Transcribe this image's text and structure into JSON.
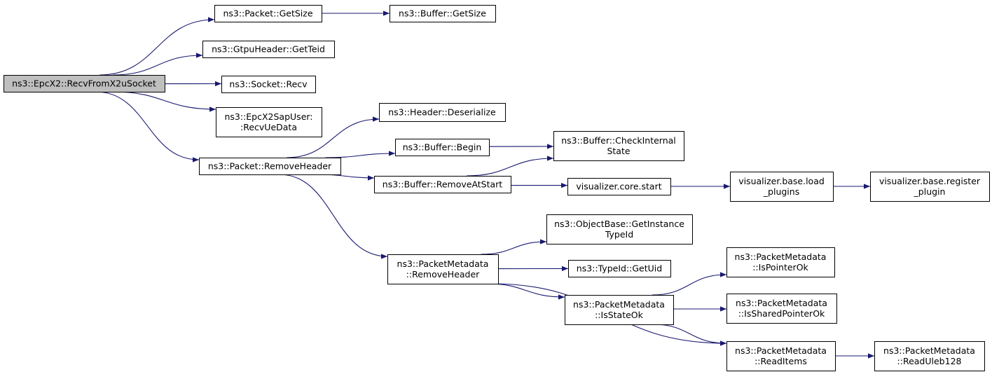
{
  "colors": {
    "edge": "#191970",
    "node_fill": "#ffffff",
    "root_fill": "#bfbfbf",
    "node_border": "#000000"
  },
  "nodes": [
    {
      "id": "recv_x2u",
      "lines": [
        "ns3::EpcX2::RecvFromX2uSocket"
      ],
      "root": true
    },
    {
      "id": "pkt_getsize",
      "lines": [
        "ns3::Packet::GetSize"
      ]
    },
    {
      "id": "buf_getsize",
      "lines": [
        "ns3::Buffer::GetSize"
      ]
    },
    {
      "id": "gtpu_getteid",
      "lines": [
        "ns3::GtpuHeader::GetTeid"
      ]
    },
    {
      "id": "socket_recv",
      "lines": [
        "ns3::Socket::Recv"
      ]
    },
    {
      "id": "sap_recvuedata",
      "lines": [
        "ns3::EpcX2SapUser:",
        ":RecvUeData"
      ]
    },
    {
      "id": "pkt_removeheader",
      "lines": [
        "ns3::Packet::RemoveHeader"
      ]
    },
    {
      "id": "hdr_deserialize",
      "lines": [
        "ns3::Header::Deserialize"
      ]
    },
    {
      "id": "buf_begin",
      "lines": [
        "ns3::Buffer::Begin"
      ]
    },
    {
      "id": "buf_checkinternal",
      "lines": [
        "ns3::Buffer::CheckInternal",
        "State"
      ]
    },
    {
      "id": "buf_removeatstart",
      "lines": [
        "ns3::Buffer::RemoveAtStart"
      ]
    },
    {
      "id": "vis_core_start",
      "lines": [
        "visualizer.core.start"
      ]
    },
    {
      "id": "vis_load_plugins",
      "lines": [
        "visualizer.base.load",
        "_plugins"
      ]
    },
    {
      "id": "vis_register_plugin",
      "lines": [
        "visualizer.base.register",
        "_plugin"
      ]
    },
    {
      "id": "ob_getinstancetypeid",
      "lines": [
        "ns3::ObjectBase::GetInstance",
        "TypeId"
      ]
    },
    {
      "id": "pm_removeheader",
      "lines": [
        "ns3::PacketMetadata",
        "::RemoveHeader"
      ]
    },
    {
      "id": "typeid_getuid",
      "lines": [
        "ns3::TypeId::GetUid"
      ]
    },
    {
      "id": "pm_isstateok",
      "lines": [
        "ns3::PacketMetadata",
        "::IsStateOk"
      ]
    },
    {
      "id": "pm_ispointerok",
      "lines": [
        "ns3::PacketMetadata",
        "::IsPointerOk"
      ]
    },
    {
      "id": "pm_issharedpointerok",
      "lines": [
        "ns3::PacketMetadata",
        "::IsSharedPointerOk"
      ]
    },
    {
      "id": "pm_readitems",
      "lines": [
        "ns3::PacketMetadata",
        "::ReadItems"
      ]
    },
    {
      "id": "pm_readuleb128",
      "lines": [
        "ns3::PacketMetadata",
        "::ReadUleb128"
      ]
    }
  ],
  "edges": [
    [
      "recv_x2u",
      "pkt_getsize"
    ],
    [
      "recv_x2u",
      "gtpu_getteid"
    ],
    [
      "recv_x2u",
      "socket_recv"
    ],
    [
      "recv_x2u",
      "sap_recvuedata"
    ],
    [
      "recv_x2u",
      "pkt_removeheader"
    ],
    [
      "pkt_getsize",
      "buf_getsize"
    ],
    [
      "pkt_removeheader",
      "hdr_deserialize"
    ],
    [
      "pkt_removeheader",
      "buf_begin"
    ],
    [
      "pkt_removeheader",
      "buf_removeatstart"
    ],
    [
      "pkt_removeheader",
      "pm_removeheader"
    ],
    [
      "buf_begin",
      "buf_checkinternal"
    ],
    [
      "buf_removeatstart",
      "buf_checkinternal"
    ],
    [
      "buf_removeatstart",
      "vis_core_start"
    ],
    [
      "vis_core_start",
      "vis_load_plugins"
    ],
    [
      "vis_load_plugins",
      "vis_register_plugin"
    ],
    [
      "pm_removeheader",
      "ob_getinstancetypeid"
    ],
    [
      "pm_removeheader",
      "typeid_getuid"
    ],
    [
      "pm_removeheader",
      "pm_isstateok"
    ],
    [
      "pm_removeheader",
      "pm_readitems"
    ],
    [
      "pm_isstateok",
      "pm_ispointerok"
    ],
    [
      "pm_isstateok",
      "pm_issharedpointerok"
    ],
    [
      "pm_isstateok",
      "pm_readitems"
    ],
    [
      "pm_readitems",
      "pm_readuleb128"
    ]
  ]
}
